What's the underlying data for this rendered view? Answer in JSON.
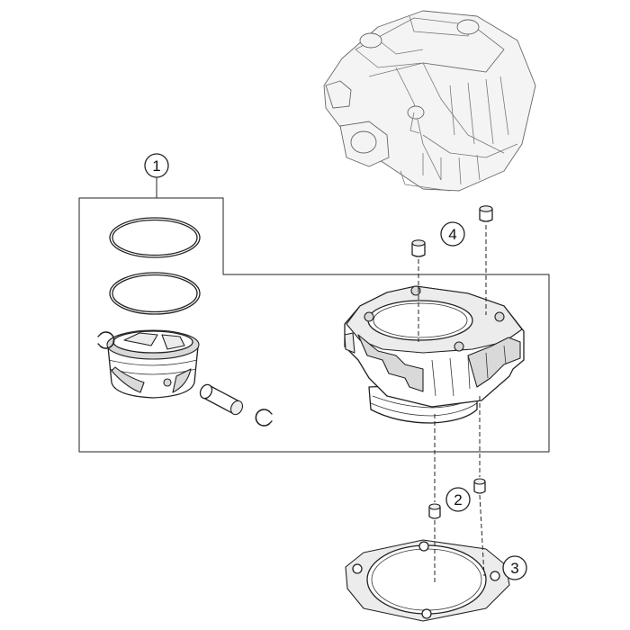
{
  "diagram": {
    "callouts": [
      {
        "id": "1",
        "label": "1"
      },
      {
        "id": "2",
        "label": "2"
      },
      {
        "id": "3",
        "label": "3"
      },
      {
        "id": "4",
        "label": "4"
      }
    ],
    "colors": {
      "line": "#222222",
      "shade": "#d9d9d9",
      "faint": "#777777",
      "background": "#ffffff"
    }
  }
}
